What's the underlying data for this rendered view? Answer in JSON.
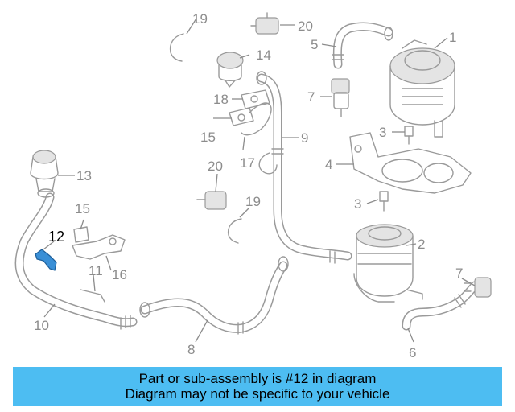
{
  "diagram": {
    "highlighted_part": "12",
    "highlight_color": "#3a8fd6",
    "callouts": {
      "c1": "1",
      "c2": "2",
      "c3a": "3",
      "c3b": "3",
      "c4": "4",
      "c5": "5",
      "c6": "6",
      "c7a": "7",
      "c7b": "7",
      "c8": "8",
      "c9": "9",
      "c10": "10",
      "c11": "11",
      "c12": "12",
      "c13": "13",
      "c14": "14",
      "c15a": "15",
      "c15b": "15",
      "c16": "16",
      "c17": "17",
      "c18": "18",
      "c19a": "19",
      "c19b": "19",
      "c20a": "20",
      "c20b": "20"
    }
  },
  "banner": {
    "line1": "Part or sub-assembly is #12 in diagram",
    "line2": "Diagram may not be specific to your vehicle",
    "color": "#4dbdf2"
  }
}
